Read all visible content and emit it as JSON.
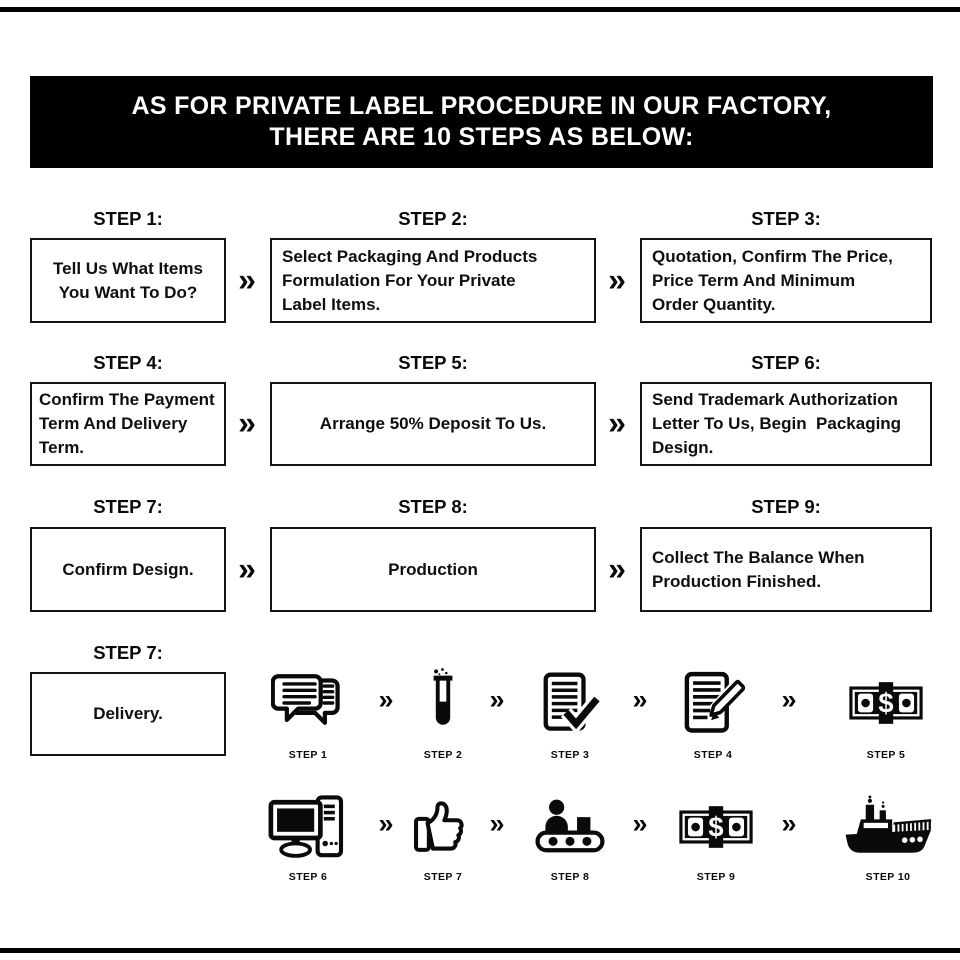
{
  "header": {
    "line1": "AS FOR PRIVATE LABEL PROCEDURE IN OUR FACTORY,",
    "line2": "THERE ARE 10 STEPS AS BELOW:"
  },
  "arrow": "»",
  "colors": {
    "ink": "#000000",
    "background": "#ffffff",
    "header_bg": "#000000",
    "header_text": "#ffffff"
  },
  "step_rows": [
    {
      "cells": [
        {
          "label": "STEP 1:",
          "text": "Tell Us What Items\nYou Want To Do?",
          "align": "center"
        },
        {
          "label": "STEP 2:",
          "text": "Select Packaging And Products\nFormulation For Your Private\nLabel Items.",
          "align": "left"
        },
        {
          "label": "STEP 3:",
          "text": "Quotation, Confirm The Price,\nPrice Term And Minimum\nOrder Quantity.",
          "align": "left"
        }
      ]
    },
    {
      "cells": [
        {
          "label": "STEP 4:",
          "text": "Confirm The Payment\nTerm And Delivery\nTerm.",
          "align": "left"
        },
        {
          "label": "STEP 5:",
          "text": "Arrange 50% Deposit To Us.",
          "align": "center"
        },
        {
          "label": "STEP 6:",
          "text": "Send Trademark Authorization\nLetter To Us, Begin  Packaging\nDesign.",
          "align": "left"
        }
      ]
    },
    {
      "cells": [
        {
          "label": "STEP 7:",
          "text": "Confirm Design.",
          "align": "center"
        },
        {
          "label": "STEP 8:",
          "text": "Production",
          "align": "center"
        },
        {
          "label": "STEP 9:",
          "text": "Collect The Balance When\nProduction Finished.",
          "align": "left"
        }
      ]
    },
    {
      "cells": [
        {
          "label": "STEP 7:",
          "text": "Delivery.",
          "align": "center"
        }
      ]
    }
  ],
  "icon_rows": [
    {
      "items": [
        {
          "icon": "chat-icon",
          "label": "STEP 1"
        },
        {
          "icon": "test-tube-icon",
          "label": "STEP 2"
        },
        {
          "icon": "document-check-icon",
          "label": "STEP 3"
        },
        {
          "icon": "document-pencil-icon",
          "label": "STEP 4"
        },
        {
          "icon": "money-icon",
          "label": "STEP 5"
        }
      ]
    },
    {
      "items": [
        {
          "icon": "computer-icon",
          "label": "STEP 6"
        },
        {
          "icon": "thumbs-up-icon",
          "label": "STEP 7"
        },
        {
          "icon": "production-line-icon",
          "label": "STEP 8"
        },
        {
          "icon": "money-icon",
          "label": "STEP 9"
        },
        {
          "icon": "cargo-ship-icon",
          "label": "STEP 10"
        }
      ]
    }
  ]
}
